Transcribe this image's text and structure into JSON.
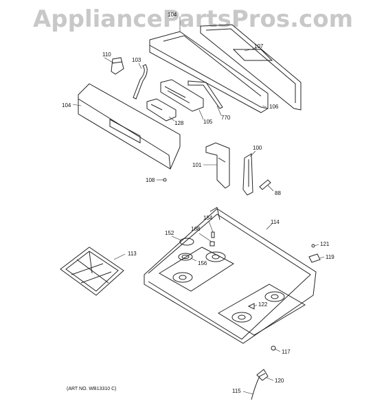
{
  "watermark": "AppliancePartsPros.com",
  "art_number": "(ART NO. WB13310 C)",
  "callouts": {
    "c104a": "104",
    "c107": "107",
    "c110": "110",
    "c103": "103",
    "c104": "104",
    "c106": "106",
    "c128": "128",
    "c105": "105",
    "c770": "770",
    "c100": "100",
    "c101": "101",
    "c108": "108",
    "c88": "88",
    "c114": "114",
    "c154": "154",
    "c168": "168",
    "c152": "152",
    "c113": "113",
    "c156": "156",
    "c121": "121",
    "c119": "119",
    "c122": "122",
    "c117": "117",
    "c120": "120",
    "c115": "115"
  }
}
